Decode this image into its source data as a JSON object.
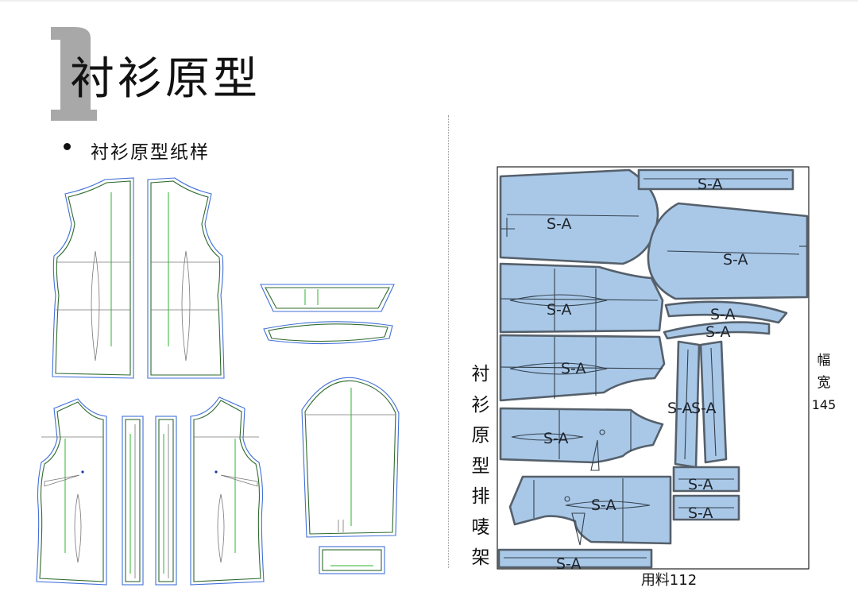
{
  "header": {
    "section_number": "1",
    "title": "衬衫原型"
  },
  "section": {
    "subtitle": "衬衫原型纸样"
  },
  "layout": {
    "vertical_title": [
      "衬",
      "衫",
      "原",
      "型",
      "排",
      "唛",
      "架"
    ],
    "piece_label": "S-A",
    "width_label": [
      "幅",
      "宽"
    ],
    "width_value": "145",
    "fabric_usage": "用料112",
    "pieces": [
      {
        "id": "sleeve-left",
        "label": "S-A"
      },
      {
        "id": "sleeve-right",
        "label": "S-A"
      },
      {
        "id": "strip-top",
        "label": "S-A"
      },
      {
        "id": "back-upper",
        "label": "S-A"
      },
      {
        "id": "back-lower",
        "label": "S-A"
      },
      {
        "id": "collar-1",
        "label": "S-A"
      },
      {
        "id": "collar-2",
        "label": "S-A"
      },
      {
        "id": "placket-1",
        "label": "S-A"
      },
      {
        "id": "placket-2",
        "label": "S-A"
      },
      {
        "id": "front-left",
        "label": "S-A"
      },
      {
        "id": "cuff-1",
        "label": "S-A"
      },
      {
        "id": "front-right",
        "label": "S-A"
      },
      {
        "id": "cuff-2",
        "label": "S-A"
      },
      {
        "id": "strip-bottom",
        "label": "S-A"
      }
    ]
  },
  "colors": {
    "piece_fill": "#a9c8e8",
    "piece_stroke": "#55606b",
    "pattern_blue": "#3f6fd8",
    "pattern_green": "#2db52d"
  }
}
